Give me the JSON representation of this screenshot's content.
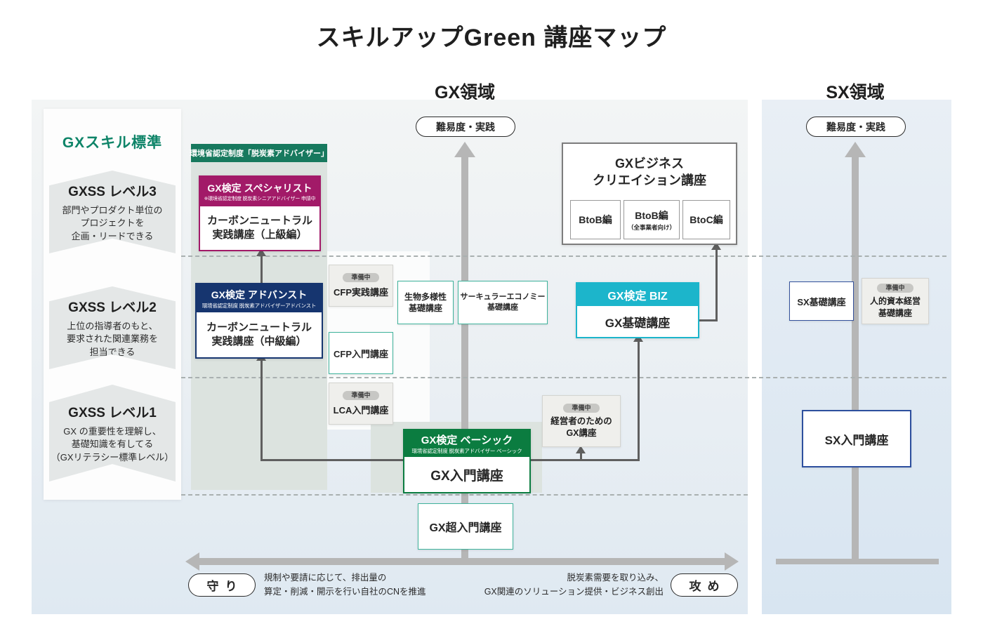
{
  "title": "スキルアップGreen 講座マップ",
  "labels": {
    "preparing": "準備中",
    "difficulty": "難易度・実践"
  },
  "colors": {
    "banner_green": "#17795e",
    "specialist_magenta": "#a21a68",
    "advanced_navy": "#16356f",
    "biz_cyan": "#1cb5cb",
    "basic_green": "#0b7c40",
    "teal_border": "#3fb39c",
    "navy_border": "#2d4f9e",
    "skill_heading_green": "#0e8468",
    "axis_grey": "#b6b6b6",
    "arrow_grey": "#5f5f5f"
  },
  "sidebar": {
    "heading": "GXスキル標準",
    "levels": [
      {
        "name": "GXSS レベル3",
        "desc": "部門やプロダクト単位の\nプロジェクトを\n企画・リードできる"
      },
      {
        "name": "GXSS レベル2",
        "desc": "上位の指導者のもと、\n要求された関連業務を\n担当できる"
      },
      {
        "name": "GXSS レベル1",
        "desc": "GX の重要性を理解し、\n基礎知識を有してる\n（GXリテラシー標準レベル）"
      }
    ]
  },
  "gx": {
    "region_label": "GX領域",
    "banner": "環境省認定制度「脱炭素アドバイザー」",
    "specialist": {
      "title": "GX検定 スペシャリスト",
      "subtitle": "※環境省認定制度 脱炭素シニアアドバイザー 申請中",
      "body": "カーボンニュートラル\n実践講座（上級編）"
    },
    "advanced": {
      "title": "GX検定 アドバンスト",
      "subtitle": "環境省認定制度 脱炭素アドバイザーアドバンスト",
      "body": "カーボンニュートラル\n実践講座（中級編）"
    },
    "basic": {
      "title": "GX検定 ベーシック",
      "subtitle": "環境省認定制度 脱炭素アドバイザー ベーシック",
      "body": "GX入門講座"
    },
    "biz": {
      "title": "GX検定 BIZ",
      "body": "GX基礎講座"
    },
    "business_creation": {
      "title": "GXビジネス\nクリエイション講座",
      "variants": [
        {
          "label": "BtoB編"
        },
        {
          "label": "BtoB編",
          "sub": "（全事業者向け）"
        },
        {
          "label": "BtoC編"
        }
      ]
    },
    "cfp_practice": {
      "label": "CFP実践講座"
    },
    "biodiversity": {
      "label": "生物多様性\n基礎講座"
    },
    "circular_economy": {
      "label": "サーキュラーエコノミー\n基礎講座"
    },
    "cfp_intro": {
      "label": "CFP入門講座"
    },
    "lca_intro": {
      "label": "LCA入門講座"
    },
    "executive": {
      "label": "経営者のための\nGX講座"
    },
    "super_intro": {
      "label": "GX超入門講座"
    },
    "axis": {
      "defense": "守り",
      "offense": "攻め",
      "defense_desc": "規制や要請に応じて、排出量の\n算定・削減・開示を行い自社のCNを推進",
      "offense_desc": "脱炭素需要を取り込み、\nGX関連のソリューション提供・ビジネス創出"
    }
  },
  "sx": {
    "region_label": "SX領域",
    "sx_basic": {
      "label": "SX基礎講座"
    },
    "human_capital": {
      "label": "人的資本経営\n基礎講座"
    },
    "sx_intro": {
      "label": "SX入門講座"
    }
  }
}
